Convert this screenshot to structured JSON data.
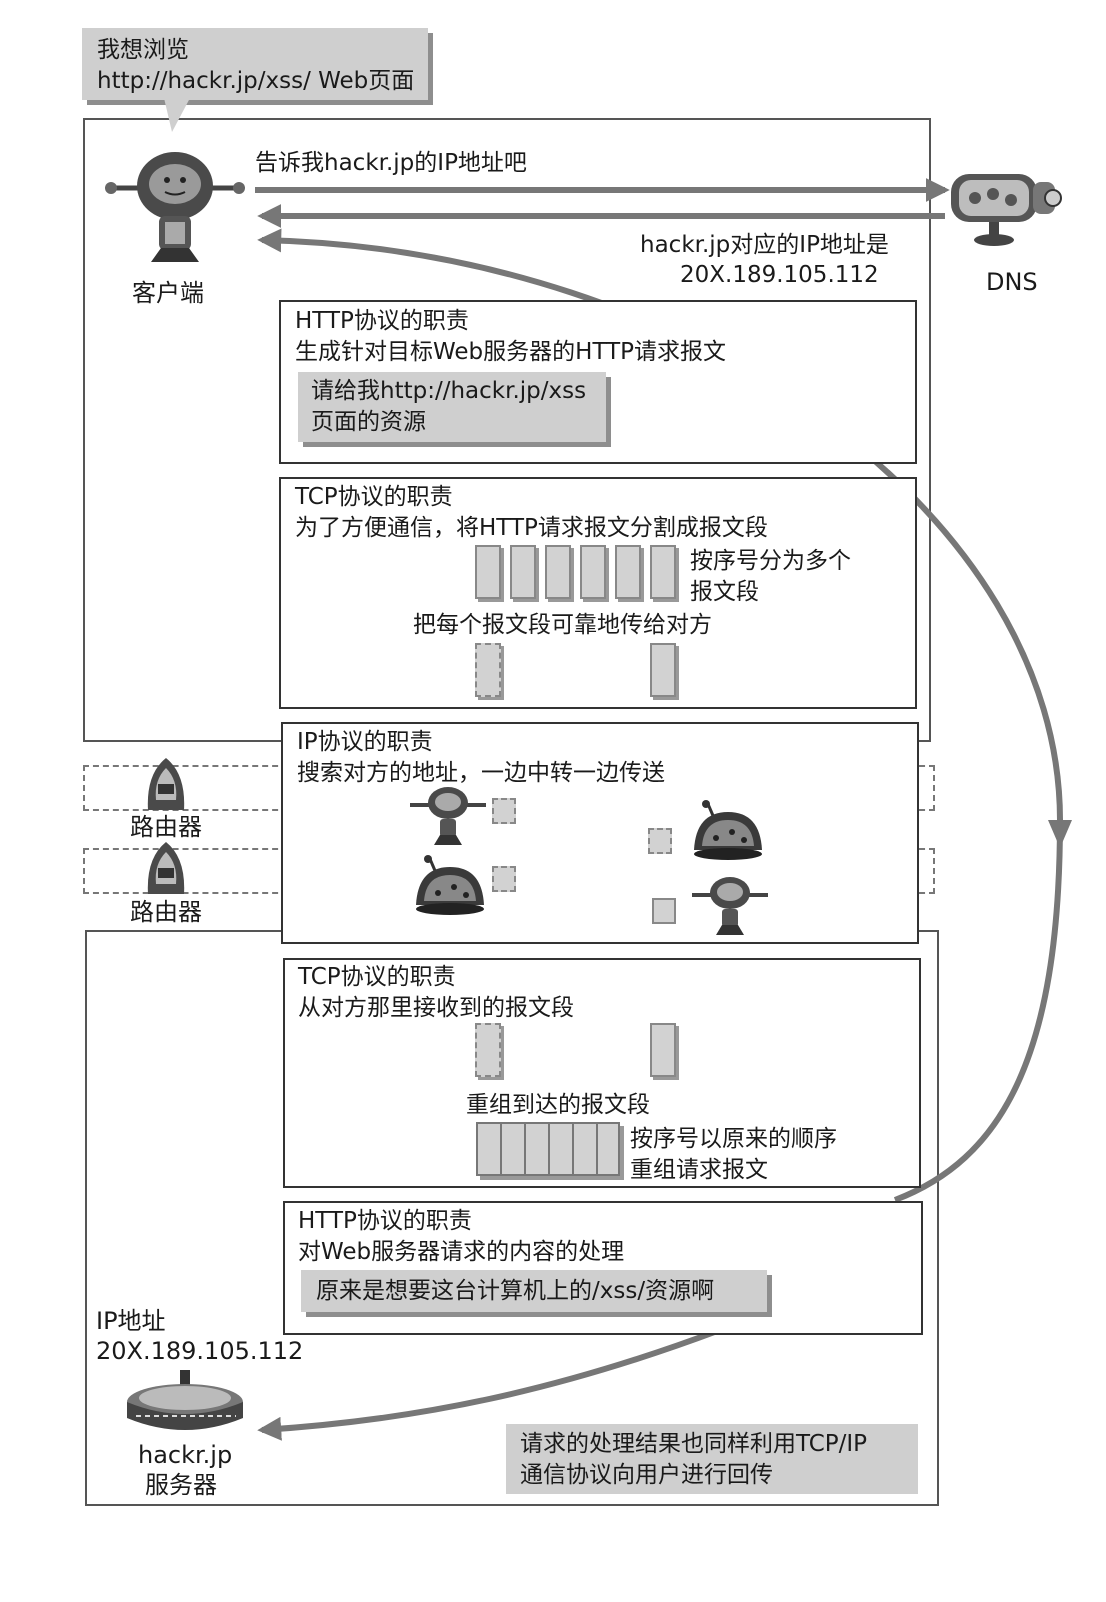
{
  "bubble": {
    "line1": "我想浏览",
    "line2": "http://hackr.jp/xss/ Web页面"
  },
  "client": {
    "label": "客户端"
  },
  "dns": {
    "label": "DNS",
    "request": "告诉我hackr.jp的IP地址吧",
    "reply_line1": "hackr.jp对应的IP地址是",
    "reply_line2": "20X.189.105.112"
  },
  "http_client": {
    "title": "HTTP协议的职责",
    "desc": "生成针对目标Web服务器的HTTP请求报文",
    "request_line1": "请给我http://hackr.jp/xss",
    "request_line2": "页面的资源"
  },
  "tcp_client": {
    "title": "TCP协议的职责",
    "desc": "为了方便通信，将HTTP请求报文分割成报文段",
    "split_line1": "按序号分为多个",
    "split_line2": "报文段",
    "reliable": "把每个报文段可靠地传给对方"
  },
  "ip": {
    "title": "IP协议的职责",
    "desc": "搜索对方的地址，一边中转一边传送"
  },
  "routers": [
    "路由器",
    "路由器"
  ],
  "tcp_server": {
    "title": "TCP协议的职责",
    "desc": "从对方那里接收到的报文段",
    "reassemble": "重组到达的报文段",
    "order_line1": "按序号以原来的顺序",
    "order_line2": "重组请求报文"
  },
  "http_server": {
    "title": "HTTP协议的职责",
    "desc": "对Web服务器请求的内容的处理",
    "result": "原来是想要这台计算机上的/xss/资源啊"
  },
  "server": {
    "ip_label": "IP地址",
    "ip_value": "20X.189.105.112",
    "name": "hackr.jp",
    "label": "服务器"
  },
  "response_note": {
    "line1": "请求的处理结果也同样利用TCP/IP",
    "line2": "通信协议向用户进行回传"
  }
}
